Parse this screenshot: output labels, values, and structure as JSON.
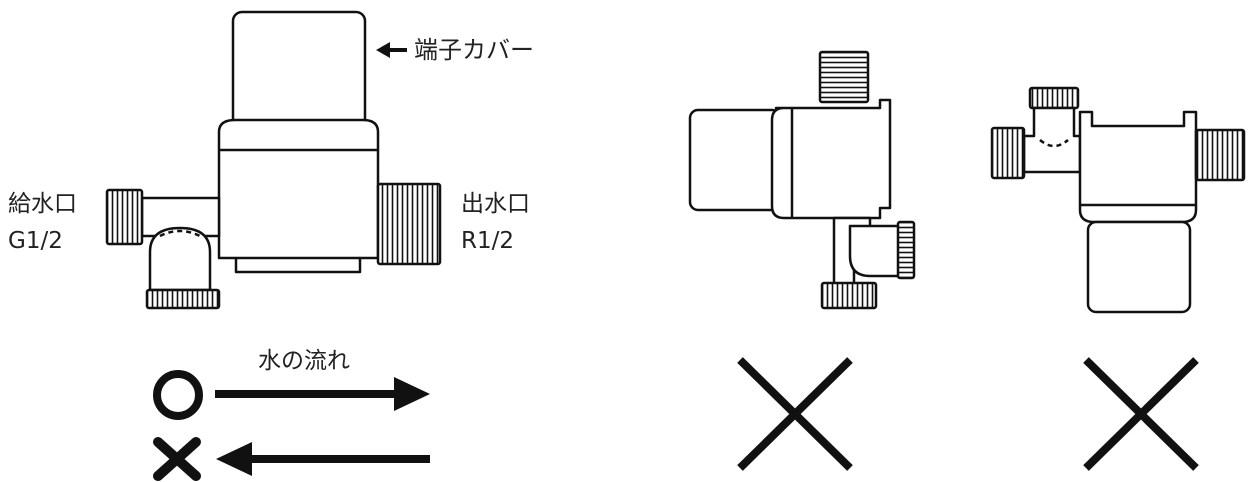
{
  "labels": {
    "terminal_cover": "端子カバー",
    "inlet_title": "給水口",
    "inlet_size": "G1/2",
    "outlet_title": "出水口",
    "outlet_size": "R1/2",
    "water_flow": "水の流れ"
  },
  "marks": {
    "correct": "○",
    "wrong": "×"
  },
  "colors": {
    "line": "#111111",
    "fill": "#ffffff"
  }
}
